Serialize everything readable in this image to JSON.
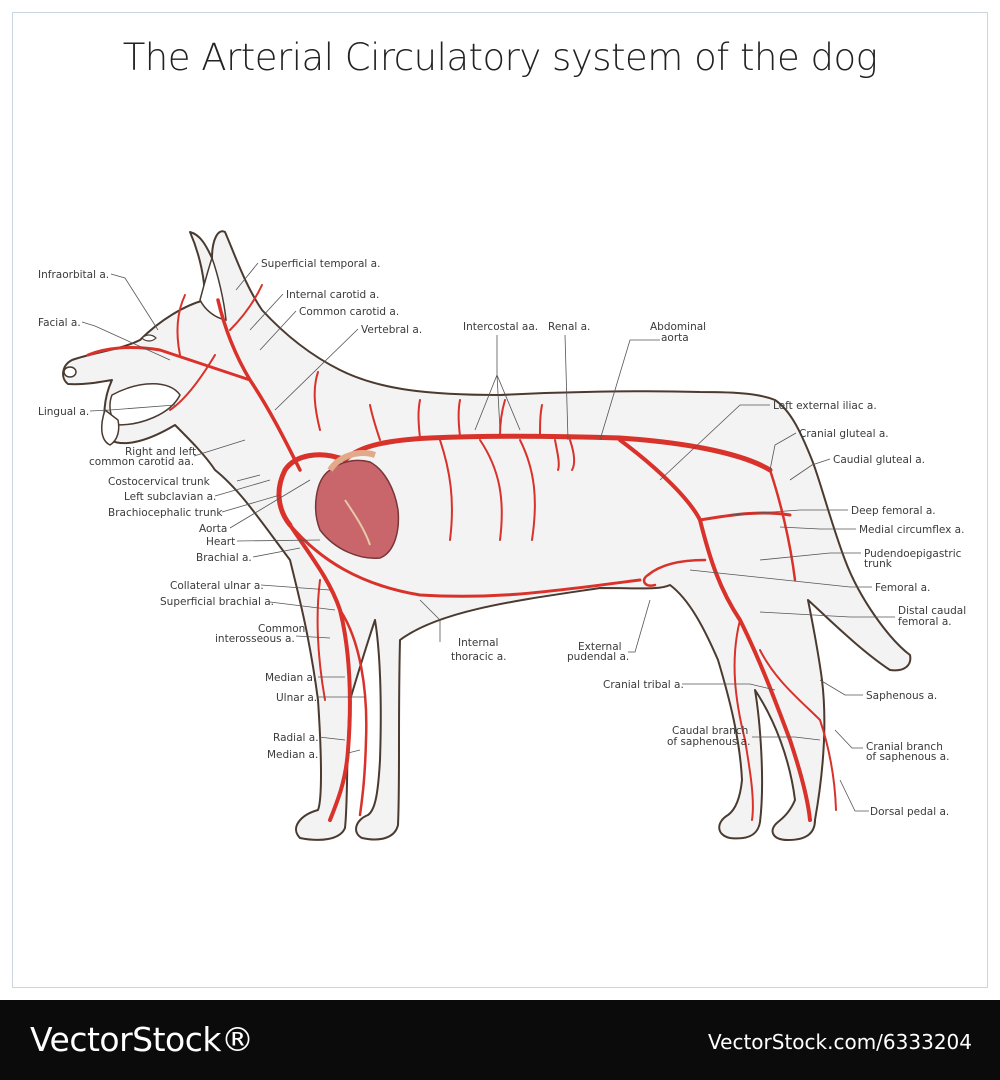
{
  "title": "The Arterial Circulatory system of the dog",
  "labels": {
    "infraorbital": "Infraorbital a.",
    "facial": "Facial a.",
    "lingual": "Lingual a.",
    "superficial_temporal": "Superficial temporal a.",
    "internal_carotid": "Internal carotid a.",
    "common_carotid": "Common carotid a.",
    "vertebral": "Vertebral a.",
    "intercostal": "Intercostal aa.",
    "renal": "Renal a.",
    "abdominal_aorta_1": "Abdominal",
    "abdominal_aorta_2": "aorta",
    "left_external_iliac": "Left external iliac a.",
    "cranial_gluteal": "Cranial gluteal a.",
    "caudal_gluteal": "Caudial gluteal a.",
    "deep_femoral": "Deep femoral a.",
    "medial_circumflex": "Medial circumflex a.",
    "pudendoepigastric_1": "Pudendoepigastric",
    "pudendoepigastric_2": "trunk",
    "femoral": "Femoral a.",
    "distal_caudal_femoral_1": "Distal caudal",
    "distal_caudal_femoral_2": "femoral a.",
    "saphenous": "Saphenous a.",
    "cranial_branch_saphenous_1": "Cranial branch",
    "cranial_branch_saphenous_2": "of saphenous a.",
    "dorsal_pedal": "Dorsal pedal a.",
    "cranial_tibial": "Cranial tribal a.",
    "caudal_branch_saphenous_1": "Caudal branch",
    "caudal_branch_saphenous_2": "of saphenous a.",
    "external_pudendal_1": "External",
    "external_pudendal_2": "pudendal a.",
    "internal_thoracic_1": "Internal",
    "internal_thoracic_2": "thoracic a.",
    "right_left_common_carotid_1": "Right and left",
    "right_left_common_carotid_2": "common carotid aa.",
    "costocervical": "Costocervical trunk",
    "left_subclavian": "Left subclavian a.",
    "brachiocephalic": "Brachiocephalic trunk",
    "aorta": "Aorta",
    "heart": "Heart",
    "brachial": "Brachial a.",
    "collateral_ulnar": "Collateral ulnar a.",
    "superficial_brachial": "Superficial brachial a.",
    "common_interosseous_1": "Common",
    "common_interosseous_2": "interosseous a.",
    "median_1": "Median a.",
    "ulnar": "Ulnar a.",
    "radial": "Radial a.",
    "median_2": "Median a."
  },
  "footer": {
    "brand": "VectorStock®",
    "image_id": "VectorStock.com/6333204"
  },
  "colors": {
    "artery": "#d8322b",
    "outline": "#4a3a30",
    "heart": "#c9666b",
    "footer_bg": "#0b0b0b"
  }
}
